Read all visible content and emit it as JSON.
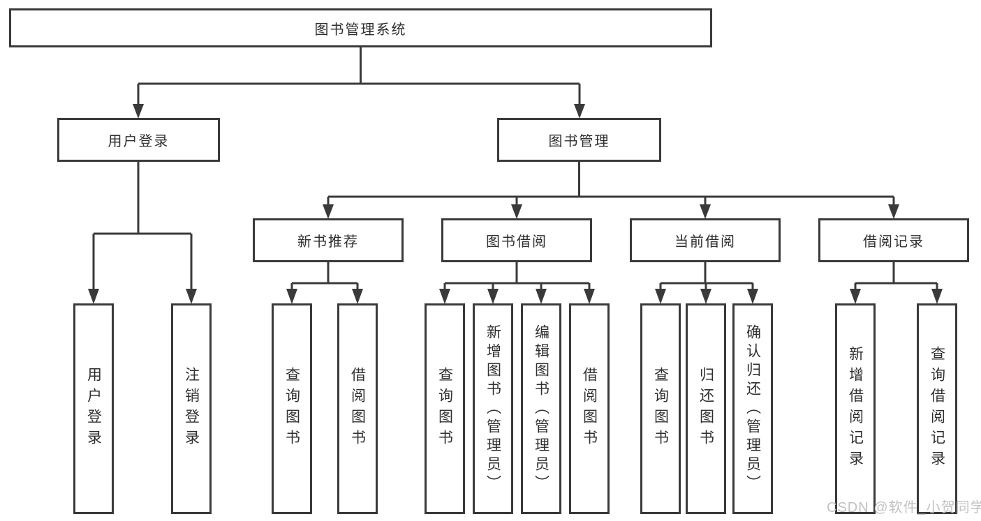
{
  "colors": {
    "line": "#3a3a3a",
    "box_border": "#3a3a3a",
    "text": "#2f2f2f",
    "watermark": "#c2c2c2",
    "background": "#ffffff"
  },
  "diagram_type": "hierarchy-tree",
  "nodes": {
    "root": "图书管理系统",
    "user_login": "用户登录",
    "book_management": "图书管理",
    "new_book_recommend": "新书推荐",
    "book_borrow": "图书借阅",
    "current_borrow": "当前借阅",
    "borrow_records": "借阅记录",
    "leaf_user_login": "用户登录",
    "leaf_logout": "注销登录",
    "leaf_recommend_query_books": "查询图书",
    "leaf_recommend_borrow_books": "借阅图书",
    "leaf_borrow_query_books": "查询图书",
    "leaf_borrow_add_books_admin": "新增图书（管理员）",
    "leaf_borrow_edit_books_admin": "编辑图书（管理员）",
    "leaf_borrow_borrow_books": "借阅图书",
    "leaf_current_query_books": "查询图书",
    "leaf_current_return_books": "归还图书",
    "leaf_current_confirm_return_admin": "确认归还（管理员）",
    "leaf_records_add_record": "新增借阅记录",
    "leaf_records_query_record": "查询借阅记录"
  },
  "watermark": "CSDN @软件_小贺同学"
}
